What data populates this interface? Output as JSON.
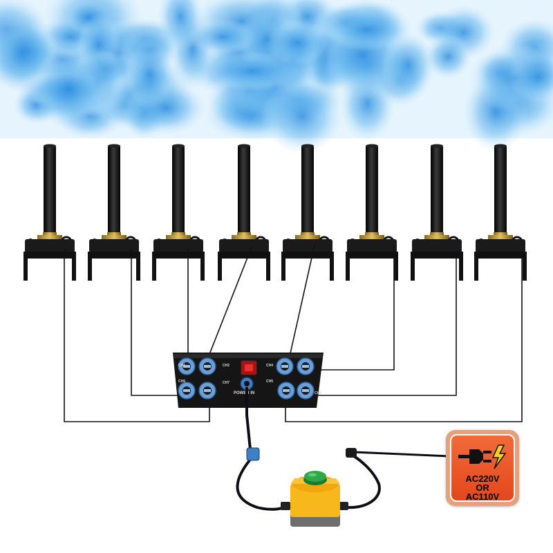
{
  "controller": {
    "channels_left": [
      "CH1",
      "CH2",
      "CH6",
      "CH7"
    ],
    "channels_right": [
      "CH4",
      "CH5",
      "CH8"
    ],
    "power_label": "POWER IN"
  },
  "badge": {
    "line1": "AC220V",
    "line2": "OR",
    "line3": "AC110V",
    "icon": "power-plug-icon"
  },
  "icons": {
    "machines": "confetti-cannon-icon",
    "switch": "push-button-switch-icon",
    "smoke": "blue-smoke-image"
  },
  "colors": {
    "smoke": "#4aa8e8",
    "connector": "#6a9fd8",
    "badge": "#e8501f",
    "switch_body": "#f6b81a",
    "switch_button": "#2fa84a",
    "power_switch": "#d42020"
  }
}
